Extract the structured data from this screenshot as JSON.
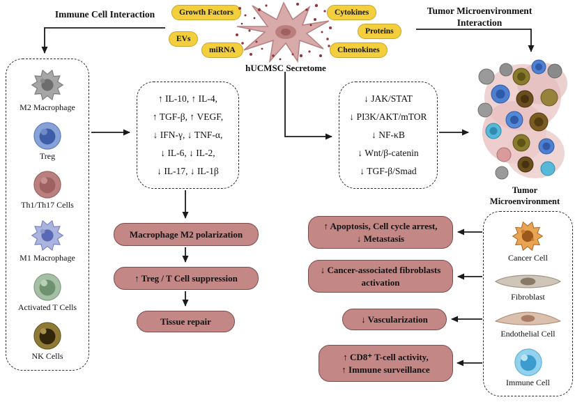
{
  "headers": {
    "immune": "Immune Cell Interaction",
    "tumor_line1": "Tumor Microenvironment",
    "tumor_line2": "Interaction"
  },
  "secretome": {
    "title": "hUCMSC Secretome",
    "factors": {
      "growth_factors": "Growth Factors",
      "evs": "EVs",
      "mirna": "miRNA",
      "cytokines": "Cytokines",
      "proteins": "Proteins",
      "chemokines": "Chemokines"
    }
  },
  "immune_cells": [
    {
      "label": "M2 Macrophage"
    },
    {
      "label": "Treg"
    },
    {
      "label": "Th1/Th17 Cells"
    },
    {
      "label": "M1 Macrophage"
    },
    {
      "label": "Activated T Cells"
    },
    {
      "label": "NK Cells"
    }
  ],
  "cytokine_box": {
    "lines": [
      "↑ IL-10, ↑ IL-4,",
      "↑ TGF-β, ↑ VEGF,",
      "↓ IFN-γ, ↓ TNF-α,",
      "↓ IL-6, ↓ IL-2,",
      "↓ IL-17, ↓ IL-1β"
    ]
  },
  "pathway_box": {
    "lines": [
      "↓ JAK/STAT",
      "↓ PI3K/AKT/mTOR",
      "↓ NF-κB",
      "↓ Wnt/β-catenin",
      "↓ TGF-β/Smad"
    ]
  },
  "immune_outcomes": [
    {
      "label": "Macrophage M2 polarization"
    },
    {
      "label": "↑ Treg / T Cell suppression"
    },
    {
      "label": "Tissue repair"
    }
  ],
  "tumor_section": {
    "label_line1": "Tumor",
    "label_line2": "Microenvironment"
  },
  "tumor_outcomes": [
    {
      "line1": "↑ Apoptosis, Cell cycle arrest,",
      "line2": "↓ Metastasis"
    },
    {
      "line1": "↓ Cancer-associated fibroblasts",
      "line2": "activation"
    },
    {
      "line1": "↓ Vascularization"
    },
    {
      "line1": "↑ CD8⁺ T-cell activity,",
      "line2": "↑ Immune surveillance"
    }
  ],
  "tme_cells": [
    {
      "label": "Cancer Cell"
    },
    {
      "label": "Fibroblast"
    },
    {
      "label": "Endothelial Cell"
    },
    {
      "label": "Immune Cell"
    }
  ],
  "colors": {
    "factor_pill": "#f3cf3d",
    "outcome_box_fill": "#c38786",
    "outcome_box_border": "#7d4a49"
  }
}
